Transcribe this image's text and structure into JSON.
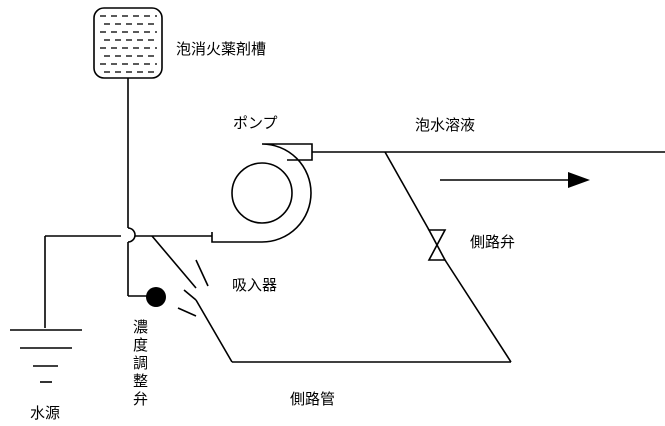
{
  "labels": {
    "foam_tank": "泡消火薬剤槽",
    "pump": "ポンプ",
    "foam_solution": "泡水溶液",
    "bypass_valve": "側路弁",
    "inductor": "吸入器",
    "concentration_valve": "濃度調整弁",
    "concentration_valve_chars": [
      "濃",
      "度",
      "調",
      "整",
      "弁"
    ],
    "bypass_pipe": "側路管",
    "water_source": "水源"
  },
  "icons": {
    "tank": "tank-icon",
    "pump": "pump-icon",
    "valve": "valve-icon",
    "ground": "water-source-icon",
    "flow_arrow": "arrow-right-icon"
  }
}
